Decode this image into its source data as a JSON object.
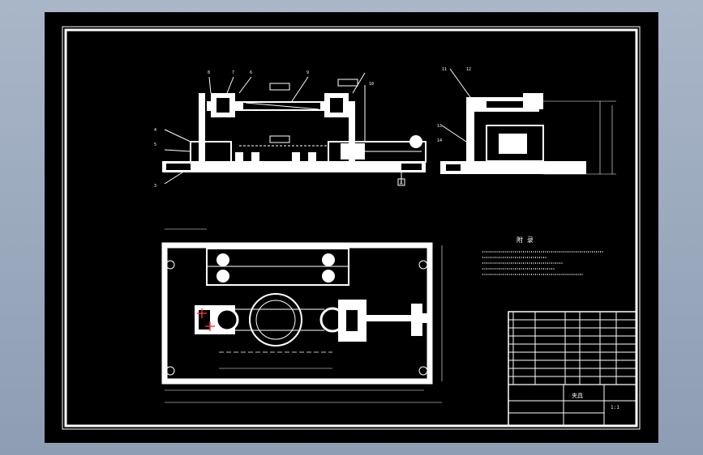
{
  "drawing": {
    "colors": {
      "background": "#000000",
      "line": "#ffffff",
      "frame_bg": "#9aa8bd"
    },
    "balloons": [
      "3",
      "4",
      "5",
      "6",
      "7",
      "8",
      "9",
      "10",
      "11",
      "12",
      "13",
      "14"
    ],
    "notes_title": "附 录",
    "section_label": "A"
  },
  "title_block": {
    "title": "夹具",
    "scale": "1:1"
  }
}
